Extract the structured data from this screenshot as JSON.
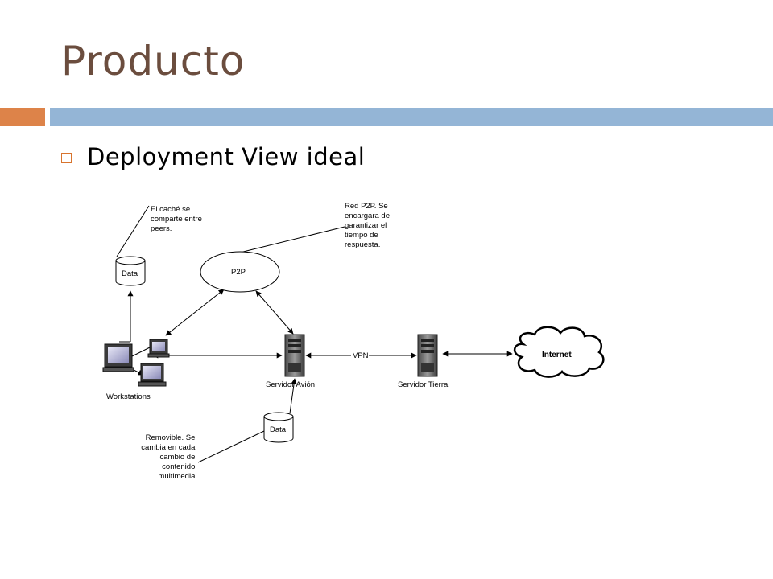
{
  "slide": {
    "title": "Producto",
    "bullet": "Deployment View ideal"
  },
  "diagram": {
    "nodes": {
      "data_top": "Data",
      "p2p": "P2P",
      "workstations": "Workstations",
      "servidor_avion": "Servidor Avión",
      "servidor_tierra": "Servidor Tierra",
      "internet": "Internet",
      "data_bottom": "Data"
    },
    "edge_labels": {
      "vpn": "VPN"
    },
    "notes": {
      "cache": [
        "El caché se",
        "comparte entre",
        "peers."
      ],
      "red_p2p": [
        "Red P2P. Se",
        "encargara de",
        "garantizar el",
        "tiempo de",
        "respuesta."
      ],
      "removible": [
        "Removible. Se",
        "cambia en cada",
        "cambio de",
        "contenido",
        "multimedia."
      ]
    }
  },
  "colors": {
    "title": "#6b4d3e",
    "accent_orange": "#dd8349",
    "accent_blue": "#94b5d6"
  }
}
